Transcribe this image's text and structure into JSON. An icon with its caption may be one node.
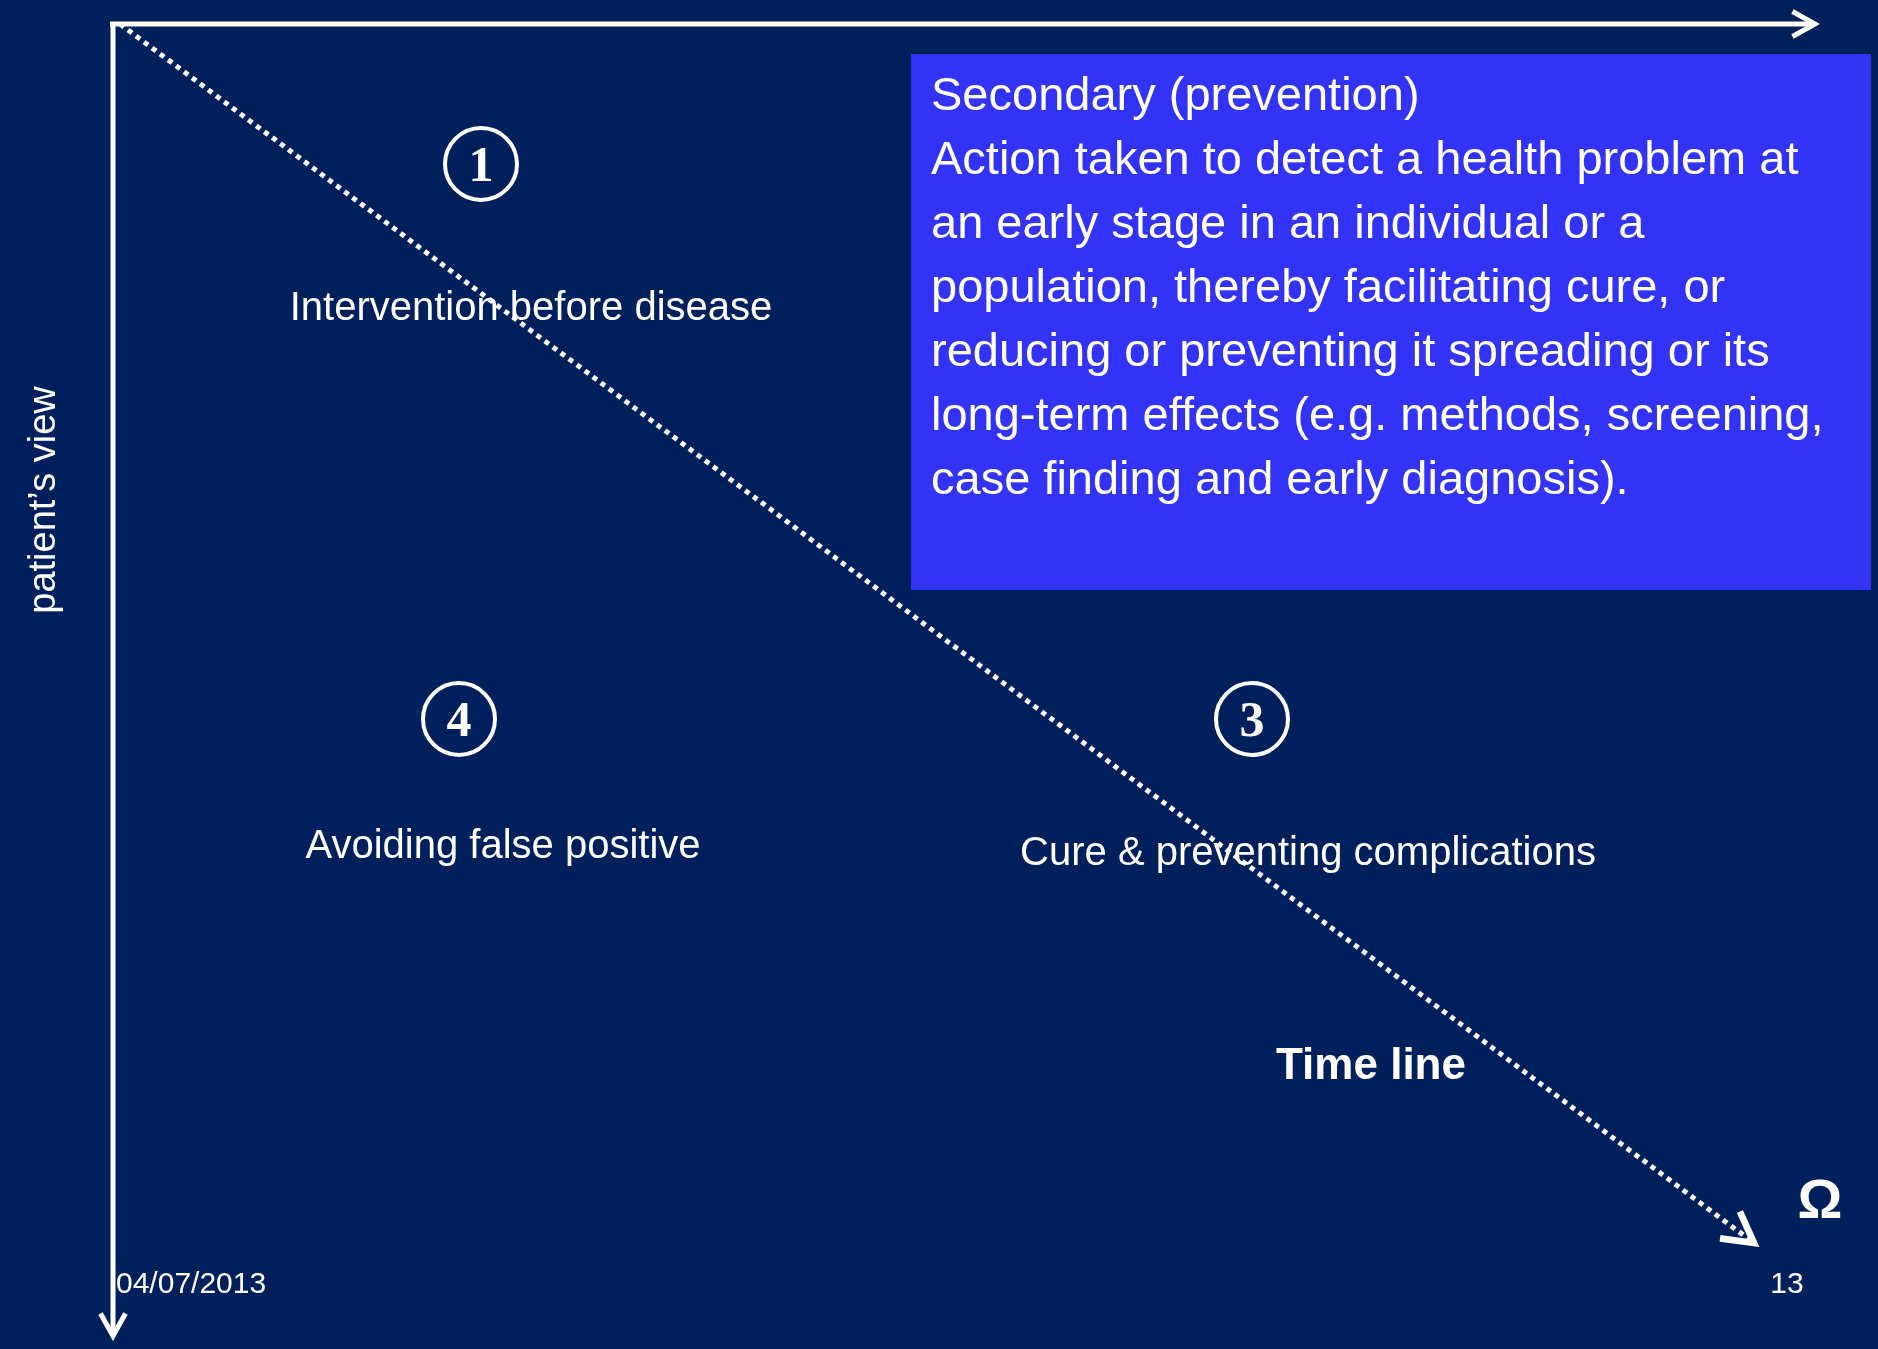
{
  "diagram": {
    "nodes": [
      {
        "text": [
          "1"
        ]
      },
      {
        "text": [
          "Secondary (prevention)",
          "Action taken to detect a health problem at an early stage in an individual or a population, thereby facilitating cure, or reducing or preventing it spreading or its long-term effects (e.g. methods, screening, case finding and early diagnosis)."
        ]
      },
      {
        "text": [
          "4"
        ]
      },
      {
        "text": [
          "3"
        ]
      }
    ],
    "labels": [
      "Intervention before disease",
      "patient’s view",
      "Avoiding false positive",
      "Cure & preventing complications",
      "Time line",
      "Ω",
      "04/07/2013",
      "13"
    ]
  }
}
